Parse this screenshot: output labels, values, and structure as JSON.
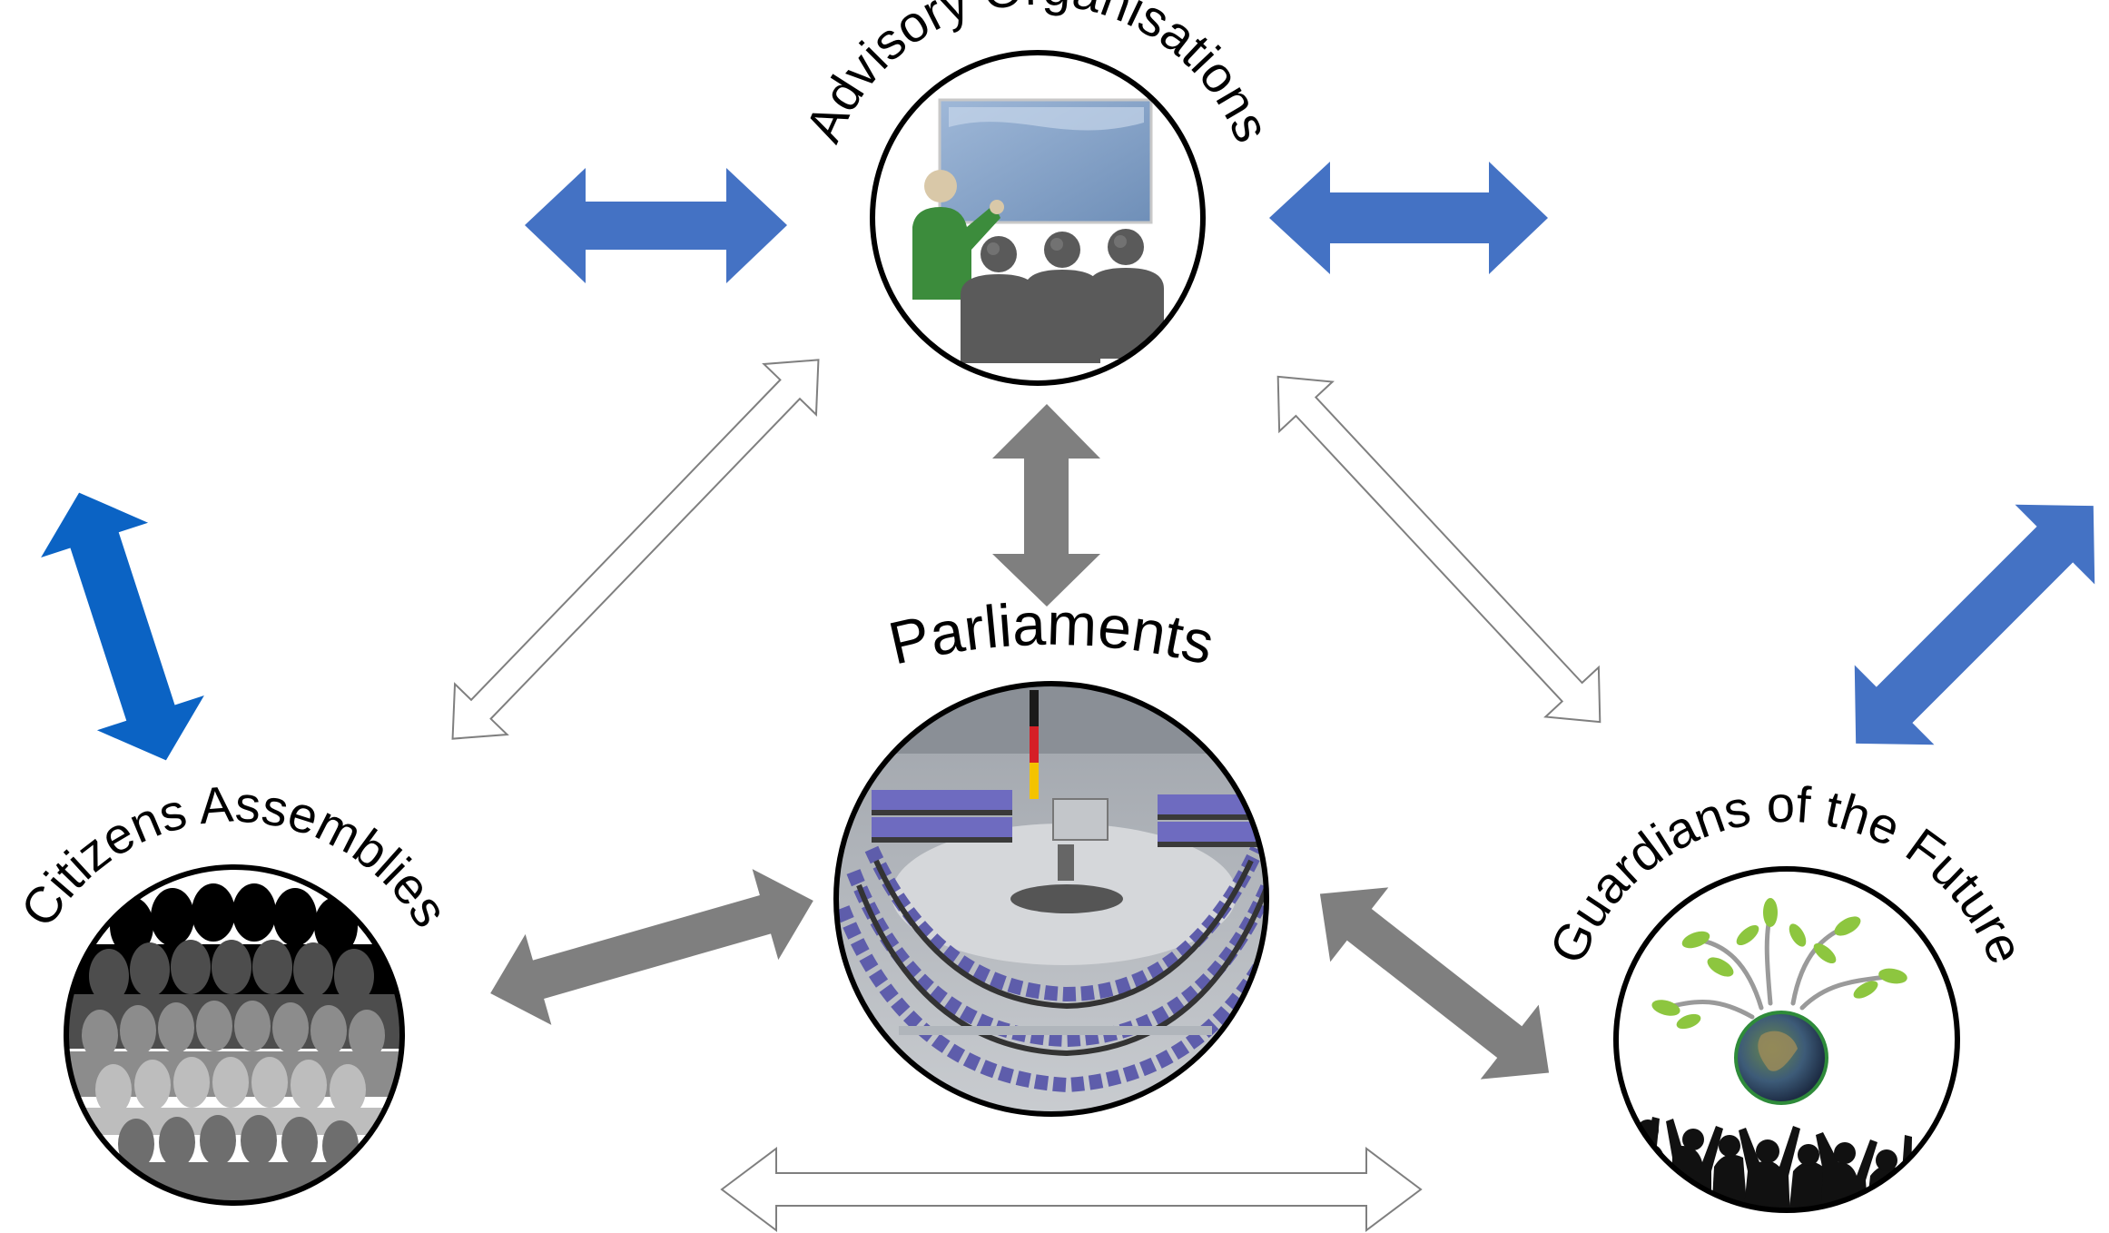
{
  "labels": {
    "advisory": "Advisory Organisations",
    "parliaments": "Parliaments",
    "citizens": "Citizens Assemblies",
    "guardians": "Guardians of the Future"
  },
  "colors": {
    "blue_arrow": "#4472C4",
    "blue_arrow_dark": "#0B63C4",
    "gray_arrow": "#7F7F7F",
    "outline_arrow": "#7F7F7F",
    "circle_stroke": "#000000",
    "green_person": "#3C8C3C",
    "seat_purple": "#7A6FC4",
    "leaf_green": "#8DC63F"
  },
  "icons": {
    "advisory": "presentation-icon",
    "parliaments": "parliament-chamber-icon",
    "citizens": "crowd-silhouettes-icon",
    "guardians": "earth-tree-icon"
  }
}
